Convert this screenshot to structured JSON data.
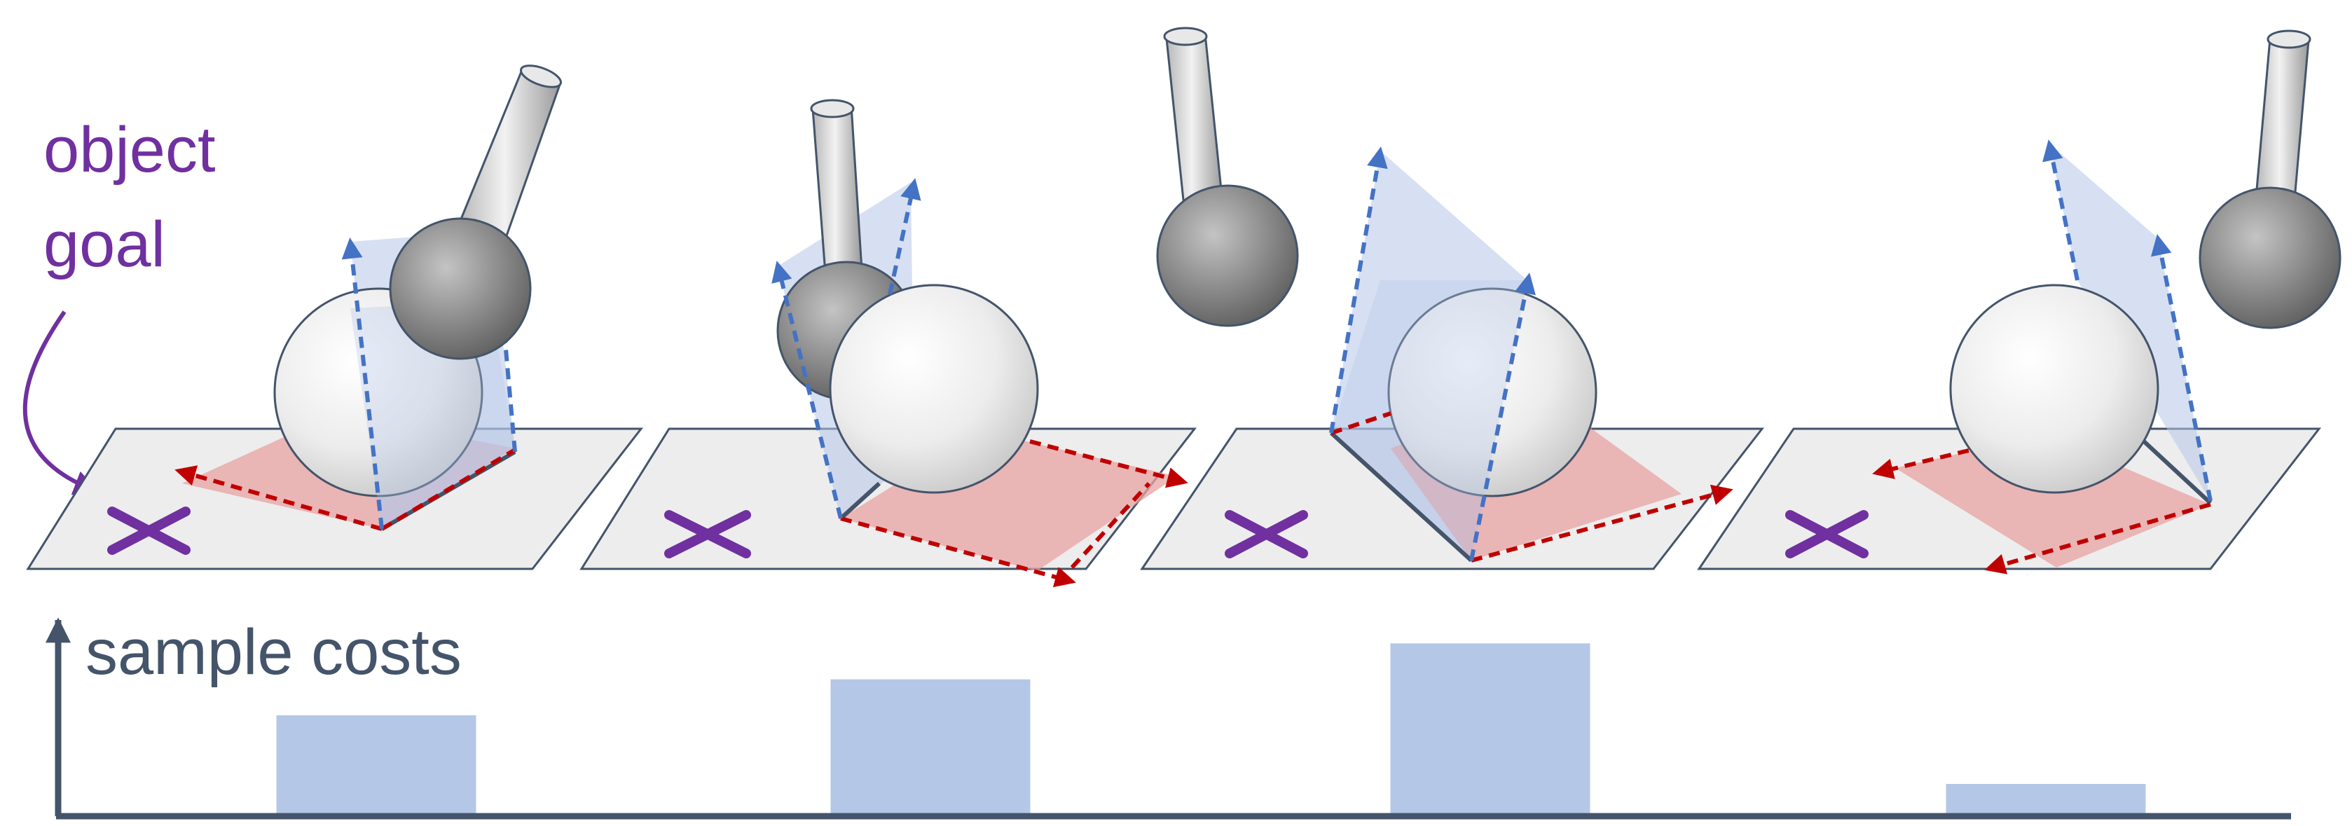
{
  "label": {
    "line1": "object",
    "line2": "goal",
    "color": "#7030A0"
  },
  "axis": {
    "title": "sample costs",
    "color": "#44546A"
  },
  "colors": {
    "plane_fill": "#EDEDED",
    "plane_edge": "#44546A",
    "blue_arrow": "#4472C4",
    "blue_fill": "#B4C7E7",
    "red_arrow": "#C00000",
    "red_fill": "#E8A1A1",
    "bar_fill": "#B4C7E7",
    "goal_marker": "#7030A0"
  },
  "chart_data": {
    "type": "bar",
    "title": "",
    "ylabel": "sample costs",
    "categories": [
      "",
      "",
      "",
      ""
    ],
    "values": [
      30,
      41,
      52,
      9
    ],
    "ylim": [
      0,
      60
    ]
  }
}
